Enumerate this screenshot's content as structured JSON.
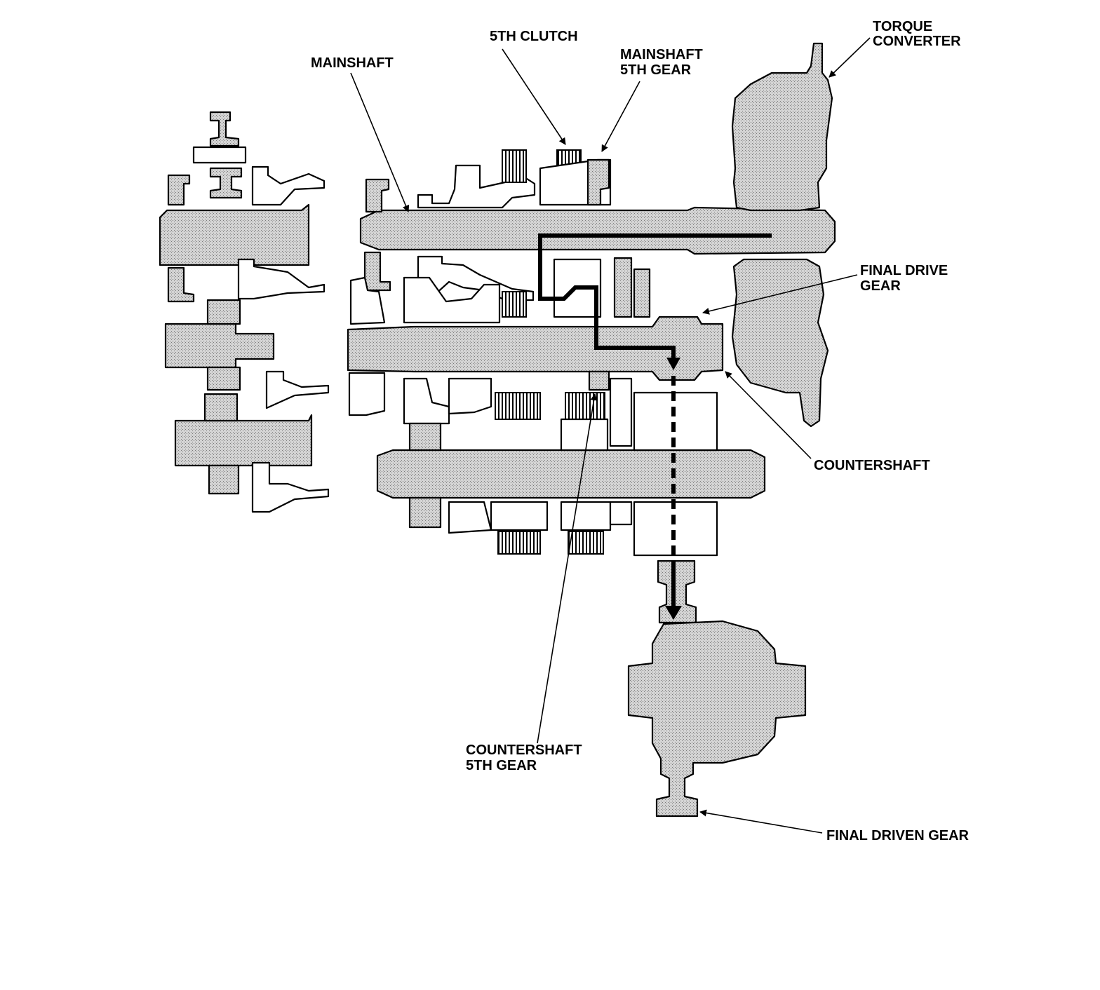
{
  "labels": {
    "fifth_clutch": "5TH CLUTCH",
    "mainshaft": "MAINSHAFT",
    "mainshaft_5th_gear_line1": "MAINSHAFT",
    "mainshaft_5th_gear_line2": "5TH GEAR",
    "torque_converter_line1": "TORQUE",
    "torque_converter_line2": "CONVERTER",
    "final_drive_gear_line1": "FINAL DRIVE",
    "final_drive_gear_line2": "GEAR",
    "countershaft": "COUNTERSHAFT",
    "countershaft_5th_gear_line1": "COUNTERSHAFT",
    "countershaft_5th_gear_line2": "5TH GEAR",
    "final_driven_gear": "FINAL DRIVEN GEAR"
  },
  "colors": {
    "ink": "#000000",
    "shading": "#bdbdbd",
    "background": "#ffffff"
  }
}
